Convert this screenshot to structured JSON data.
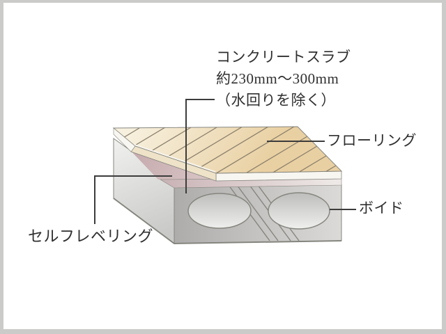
{
  "frame": {
    "border_color": "#cbcbc9",
    "canvas_color": "#ffffff"
  },
  "labels": {
    "concrete_slab": {
      "line1": "コンクリートスラブ",
      "line2": "約230mm〜300mm",
      "line3": "（水回りを除く）"
    },
    "flooring": "フローリング",
    "void": "ボイド",
    "self_leveling": "セルフレベリング"
  },
  "colors": {
    "text": "#2f2f2f",
    "leader_line": "#3c3c3c",
    "outline": "#85857f",
    "floor_light": "#f7f0de",
    "floor_tan": "#e9d0a2",
    "plank_line": "#8a7f6c",
    "pink_dark": "#c3a7aa",
    "pink_light": "#dcc9c9",
    "pink_band_left": "#c9b2b5",
    "pink_band_right": "#efeae8",
    "cut_edge": "#eee3c8",
    "white_edge": "#f8f6f0",
    "left_face_light": "#f0f0ee",
    "left_face_dark": "#c9c9c7",
    "front_face_dark": "#aeacaa",
    "front_face_light": "#dcdad8",
    "void_top": "#bebebc",
    "void_bottom": "#f2f2f0"
  }
}
